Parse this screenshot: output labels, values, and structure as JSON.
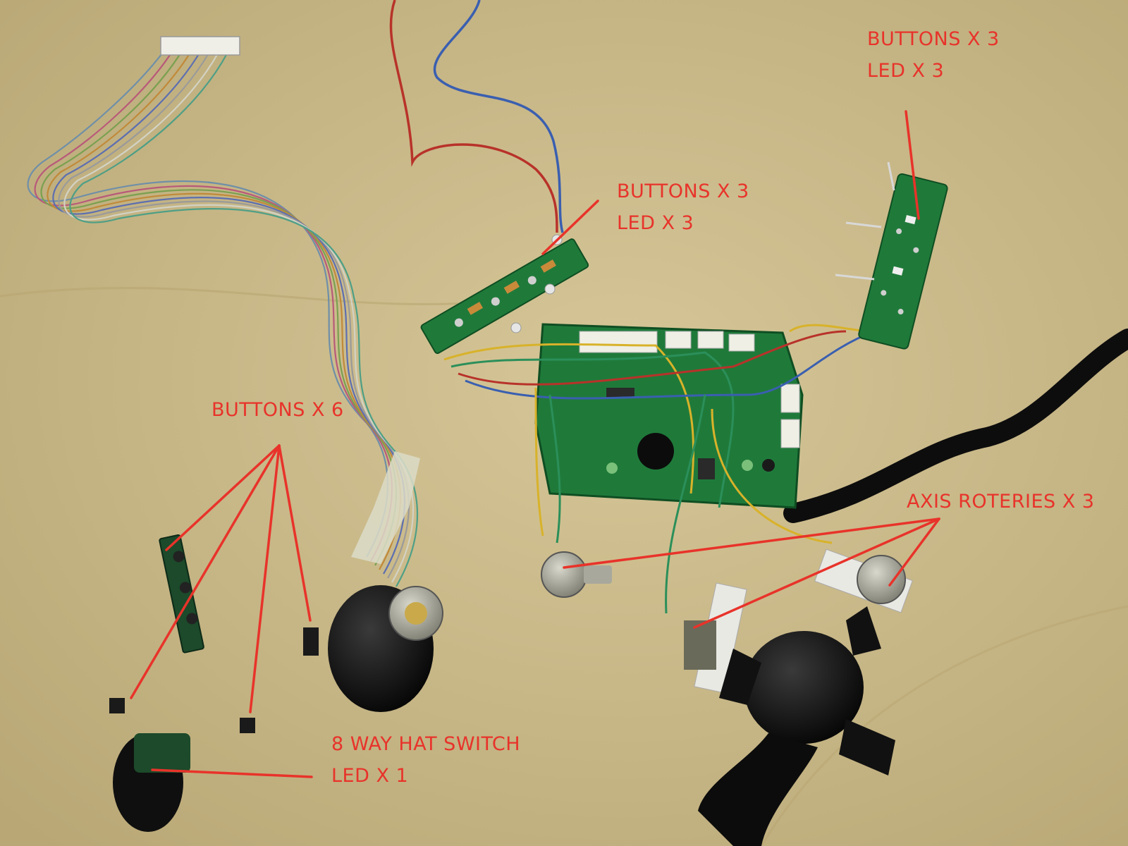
{
  "colors": {
    "paper": "#c9b98a",
    "paper_dark": "#b3a374",
    "pcb_green": "#1f7a3a",
    "pcb_dark": "#145a2a",
    "annotation_red": "#e8332a",
    "plastic_black": "#121212",
    "plastic_white": "#e9e9e4"
  },
  "annotations": {
    "buttons_top_right": {
      "line1": "BUTTONS X 3",
      "line2": "LED X 3"
    },
    "buttons_center": {
      "line1": "BUTTONS X 3",
      "line2": "LED X 3"
    },
    "buttons_left": {
      "line1": "BUTTONS X 6"
    },
    "hat_switch": {
      "line1": "8 WAY HAT SWITCH",
      "line2": "LED X 1"
    },
    "axis_rotaries": {
      "line1": "AXIS ROTERIES X 3"
    }
  }
}
